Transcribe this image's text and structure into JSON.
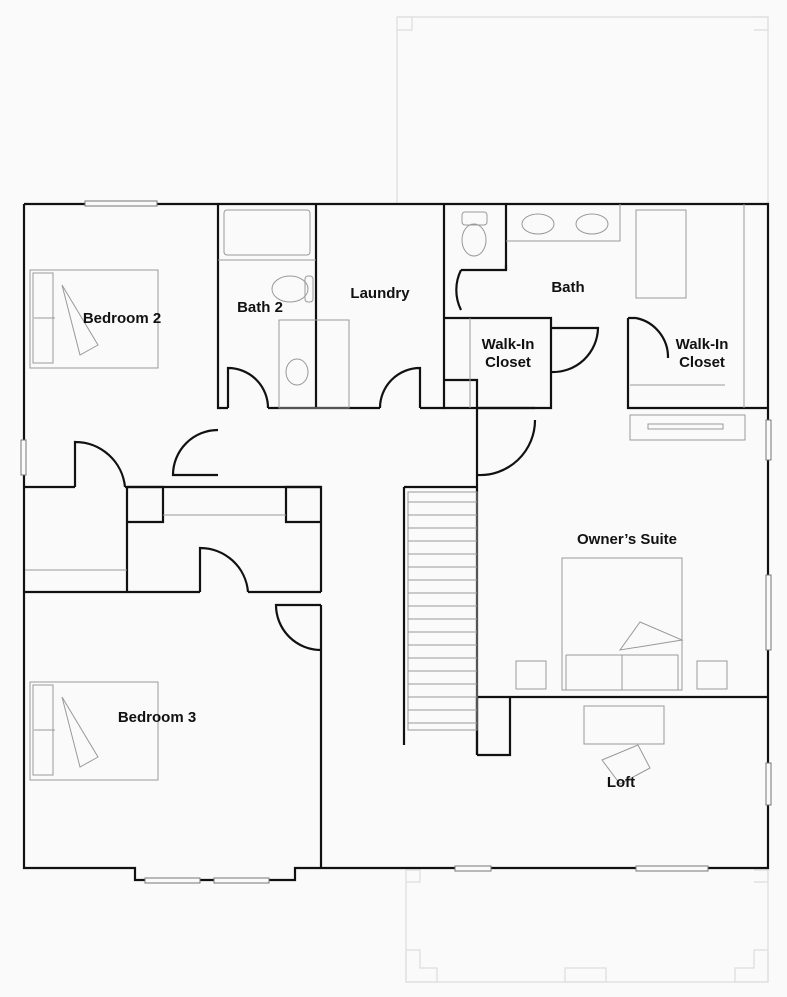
{
  "rooms": {
    "bedroom2": "Bedroom 2",
    "bath2": "Bath 2",
    "laundry": "Laundry",
    "bath": "Bath",
    "walkin_closet_1_line1": "Walk-In",
    "walkin_closet_1_line2": "Closet",
    "walkin_closet_2_line1": "Walk-In",
    "walkin_closet_2_line2": "Closet",
    "owners_suite": "Owner’s Suite",
    "bedroom3": "Bedroom 3",
    "loft": "Loft"
  }
}
